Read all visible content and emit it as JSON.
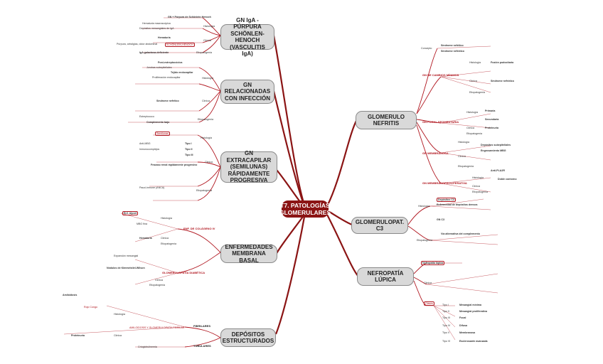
{
  "title": "T7. PATOLOGÍAS GLOMERULARES",
  "main_nodes": {
    "iga": "GN IgA - PÚRPURA SCHÖNLEN-HENOCH (VASCULITIS IgA)",
    "infeccion": "GN RELACIONADAS CON INFECCIÓN",
    "extracapilar": "GN EXTRACAPILAR (SEMILUNAS) RÁPIDAMENTE PROGRESIVA",
    "membrana": "ENFERMEDADES MEMBRANA BASAL",
    "depositos": "DEPÓSITOS ESTRUCTURADOS",
    "nefritis": "GLOMERULO NEFRITIS",
    "c3": "GLOMERULOPAT. C3",
    "lupica": "NEFROPATÍA LÚPICA"
  },
  "sections": {
    "cambios_minimos": "GN DE CAMBIOS MÍNIMOS",
    "focal": "GN FOCAL SEGMENTARIA",
    "membranosa": "GN MEMBRANOSA",
    "membranoproliferativa": "GN MEMBRANOPROLIFERATIVA",
    "colageno": "ENF. DE COLÁGENO IV",
    "diabetica": "GLOMERULOPATÍA DIABÉTICA",
    "fibrilares": "FIBRILARES",
    "tubulares": "TUBULARES"
  },
  "labels": {
    "iga": [
      "GN + Púrpura de Schönlein Henoch",
      "Hematuria macroscópica",
      "Depósitos mesangiales de IgA",
      "Histología",
      "Clínica",
      "Hematuria",
      "SCHÖNLEIN-HENOCH",
      "Púrpura, artralgias, dolor abdominal",
      "Etiopatogenia",
      "IgA galactosa-deficiente"
    ],
    "infeccion": [
      "Post-estreptocócica",
      "Jorobas subepiteliales",
      "Tejido endocapilar",
      "Proliferación endocapilar",
      "Histología",
      "Clínica",
      "Síndrome nefrítico",
      "Etiopatogenia",
      "Estreptococo",
      "Complemento bajo"
    ],
    "extracapilar": [
      "Semilunas",
      "Histología",
      "Tipo I",
      "Tipo II",
      "Tipo III",
      "Anti-MBG",
      "Inmunocomplejos",
      "Pauci-inmune (ANCA)",
      "Clínica",
      "Etiopatogenia",
      "Fracaso renal rápidamente progresivo"
    ],
    "membrana": [
      "Enf. Alport",
      "MBG fina",
      "Hematuria",
      "Histología",
      "Clínica",
      "Etiopatogenia",
      "Expansión mesangial",
      "Nódulos de Kimmelstiel-Wilson",
      "Clínica",
      "Etiopatogenia"
    ],
    "depositos": [
      "Amiloidosis",
      "Rojo Congo",
      "Histología",
      "Clínica",
      "Proteinuria",
      "AMILOIDOSIS Y GLOMERULOPATÍA FIBRILAR",
      "Crioglobulinemia"
    ],
    "nefritis": [
      "Concepto",
      "Síndrome nefrítico",
      "Síndrome nefrótico",
      "Histología",
      "Fusión podocitaria",
      "Clínica",
      "Síndrome nefrótico",
      "Etiopatogenia",
      "Histología",
      "Primaria",
      "Secundaria",
      "Clínica",
      "Proteinuria",
      "Etiopatogenia",
      "Histología",
      "Depósitos subepiteliales",
      "Engrosamiento MBG",
      "Clínica",
      "Etiopatogenia",
      "Anti-PLA2R",
      "Histología",
      "Clínica",
      "Etiopatogenia",
      "Doble contorno"
    ],
    "c3": [
      "Histología",
      "Depósitos C3",
      "Enfermedad de depósitos densos",
      "GN C3",
      "Etiopatogenia",
      "Vía alternativa del complemento"
    ],
    "lupica": [
      "Nefropatía lúpica",
      "Clínica",
      "Clases",
      "Tipo I",
      "Tipo II",
      "Tipo III",
      "Tipo IV",
      "Tipo V",
      "Tipo VI",
      "Mesangial mínima",
      "Mesangial proliferativa",
      "Focal",
      "Difusa",
      "Membranosa",
      "Esclerosante avanzada"
    ]
  }
}
